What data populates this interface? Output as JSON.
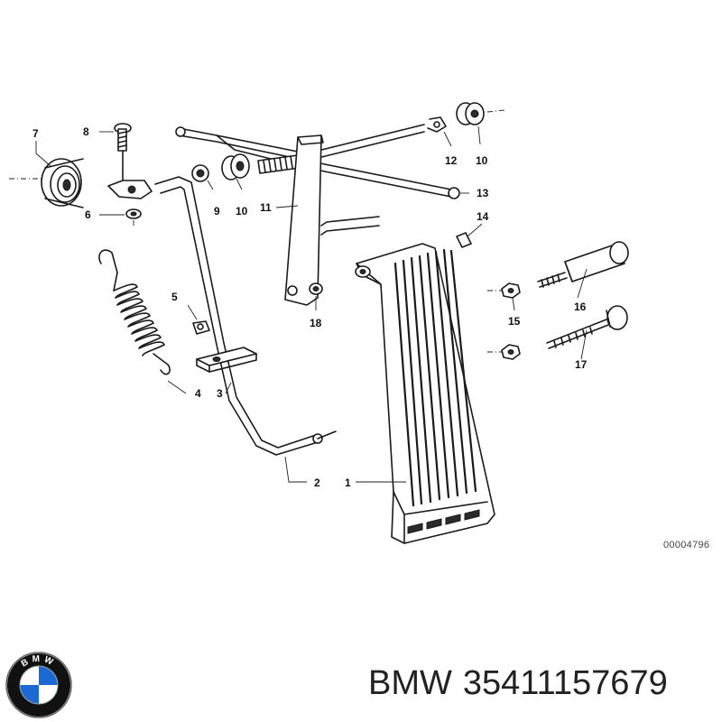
{
  "callouts": {
    "c1": "1",
    "c2": "2",
    "c3": "3",
    "c4": "4",
    "c5": "5",
    "c6": "6",
    "c7": "7",
    "c8": "8",
    "c9": "9",
    "c10a": "10",
    "c10b": "10",
    "c11": "11",
    "c12": "12",
    "c13": "13",
    "c14": "14",
    "c15": "15",
    "c16": "16",
    "c17": "17",
    "c18": "18"
  },
  "diagram_code": "00004796",
  "logo": {
    "text": "BMW",
    "colors": {
      "blue": "#1c69d4",
      "white": "#ffffff",
      "ring": "#111111"
    }
  },
  "caption": {
    "brand": "BMW",
    "part_number": "35411157679"
  }
}
